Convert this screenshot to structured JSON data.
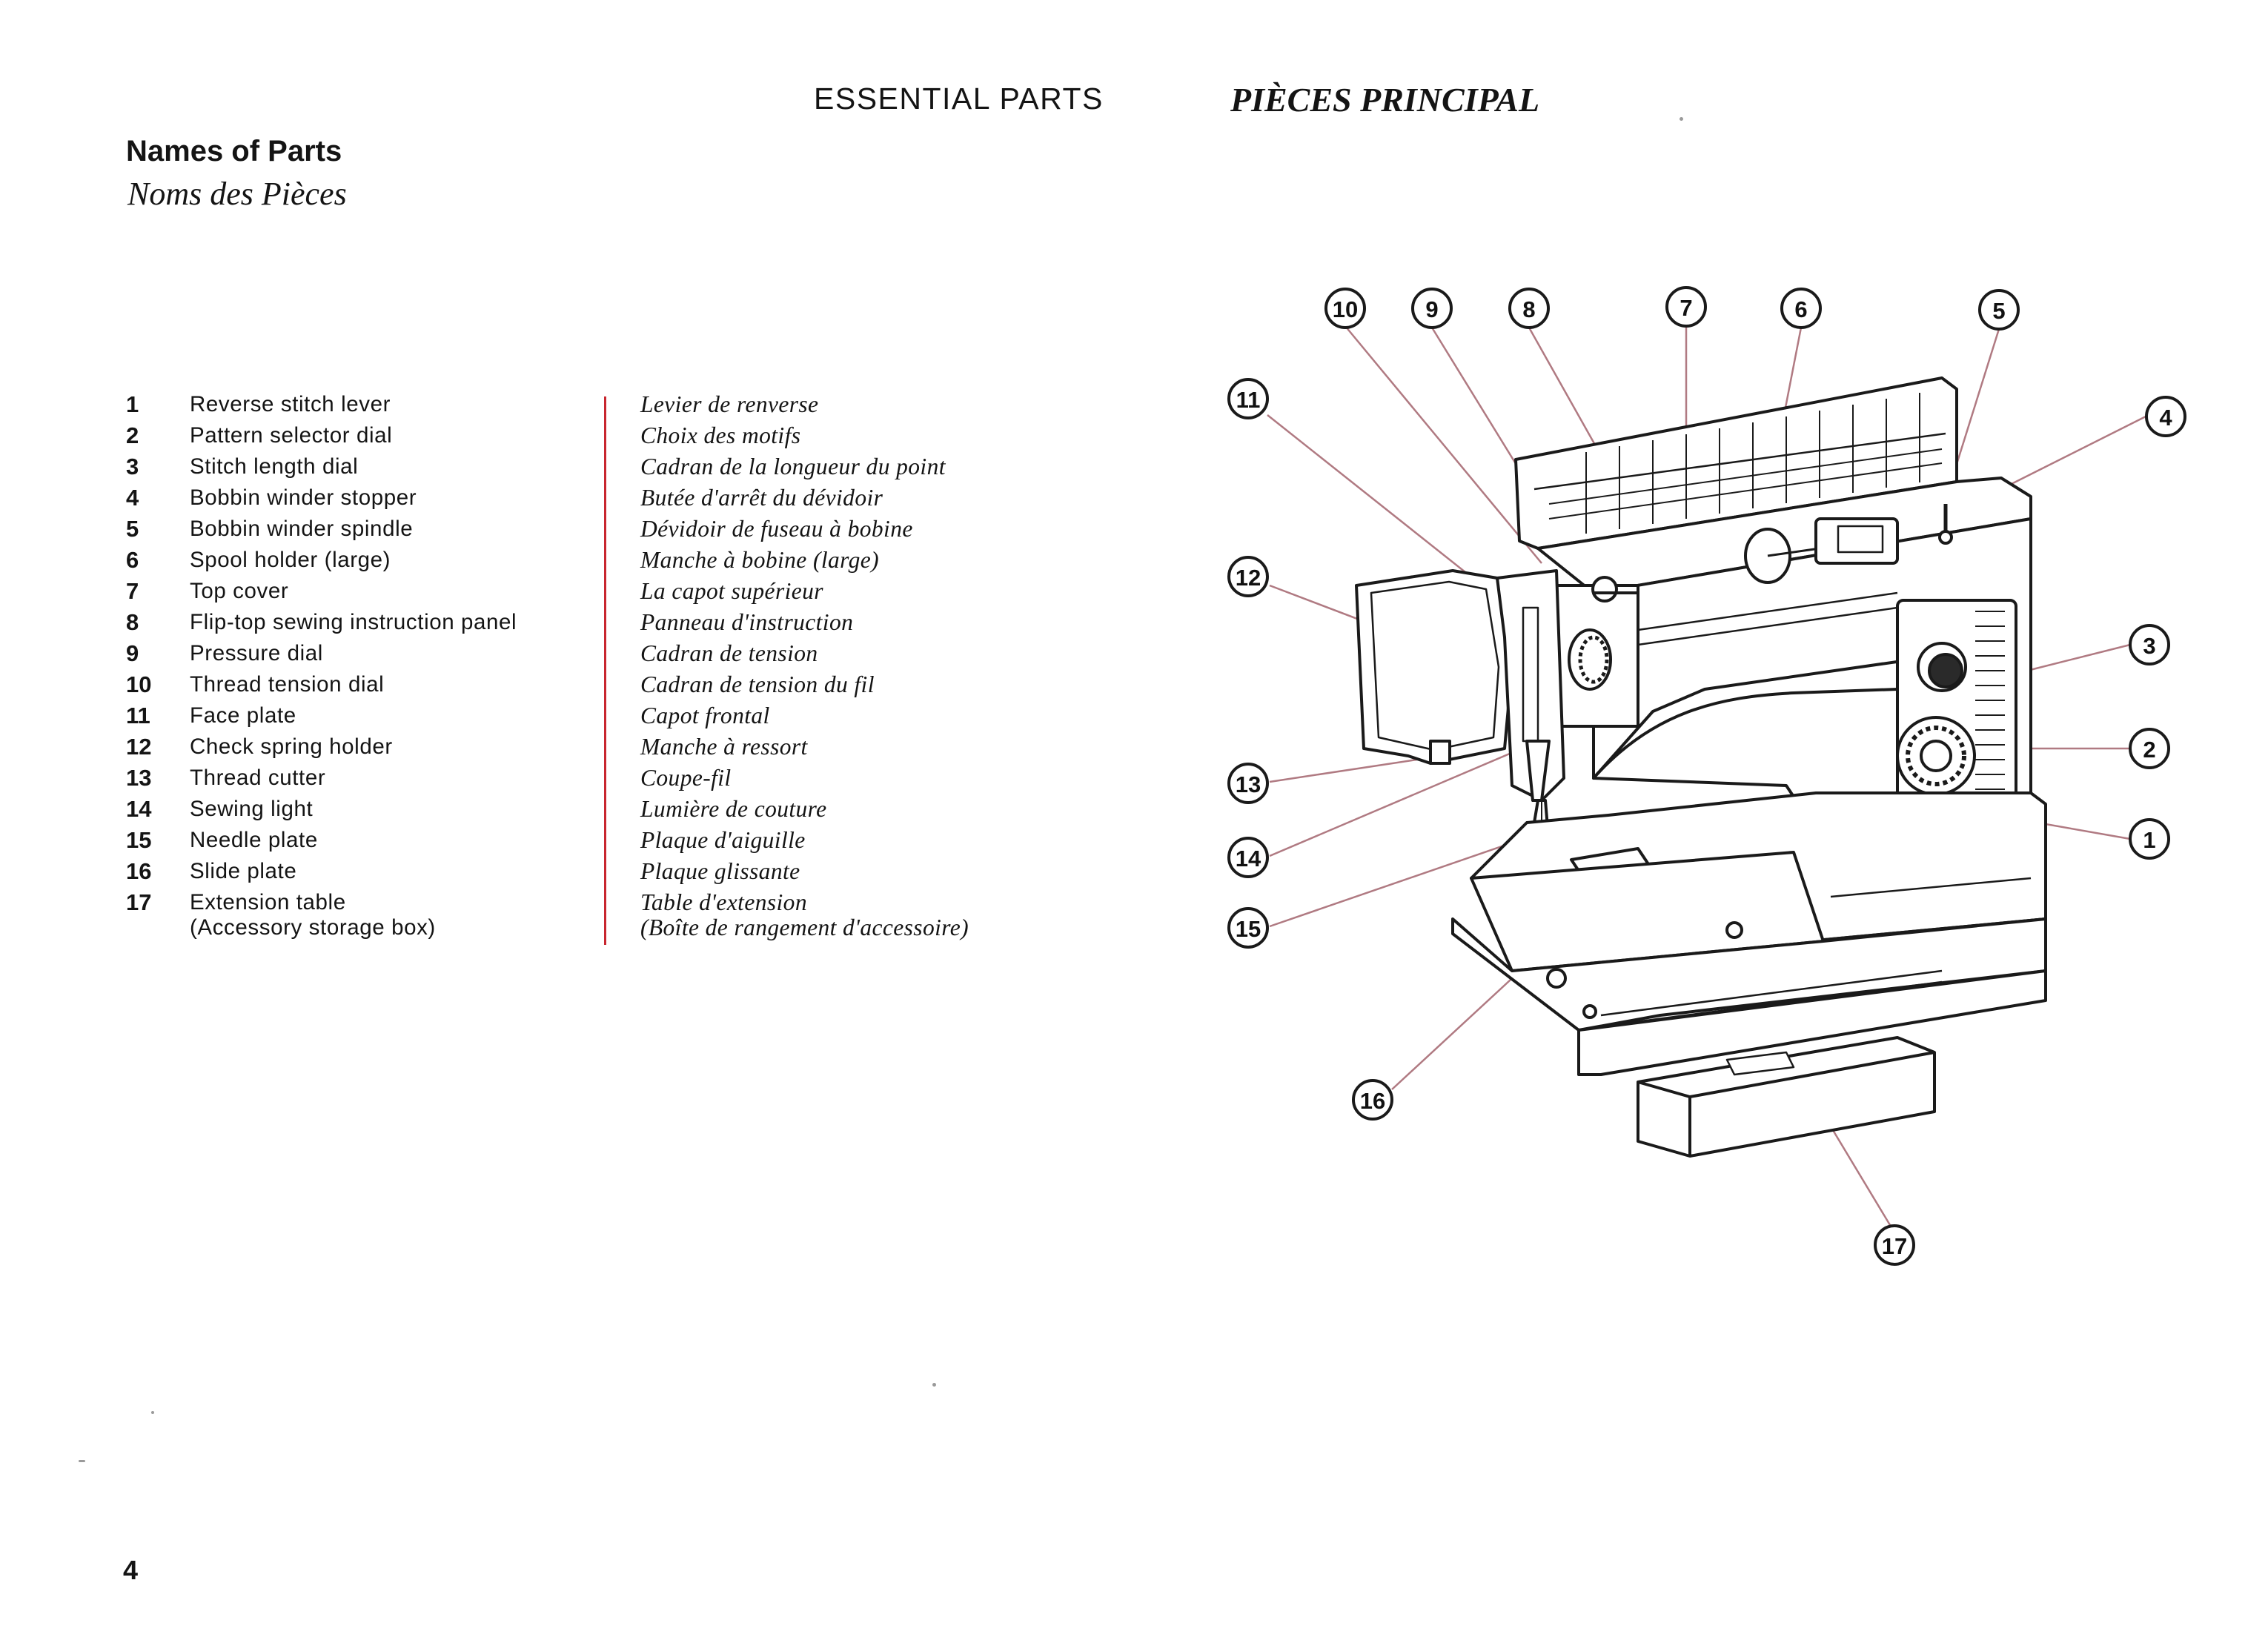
{
  "header": {
    "title_en": "ESSENTIAL PARTS",
    "title_fr": "PIÈCES PRINCIPAL"
  },
  "section": {
    "title_en": "Names of Parts",
    "title_fr": "Noms des Pièces"
  },
  "parts": [
    {
      "num": "1",
      "en": "Reverse stitch lever",
      "fr": "Levier de renverse"
    },
    {
      "num": "2",
      "en": "Pattern selector dial",
      "fr": "Choix des motifs"
    },
    {
      "num": "3",
      "en": "Stitch length dial",
      "fr": "Cadran de la longueur du point"
    },
    {
      "num": "4",
      "en": "Bobbin winder stopper",
      "fr": "Butée d'arrêt du dévidoir"
    },
    {
      "num": "5",
      "en": "Bobbin winder spindle",
      "fr": "Dévidoir de fuseau à bobine"
    },
    {
      "num": "6",
      "en": "Spool holder (large)",
      "fr": "Manche à bobine (large)"
    },
    {
      "num": "7",
      "en": "Top cover",
      "fr": "La capot supérieur"
    },
    {
      "num": "8",
      "en": "Flip-top sewing instruction panel",
      "fr": "Panneau d'instruction"
    },
    {
      "num": "9",
      "en": "Pressure dial",
      "fr": "Cadran de tension"
    },
    {
      "num": "10",
      "en": "Thread tension dial",
      "fr": "Cadran de tension du fil"
    },
    {
      "num": "11",
      "en": "Face plate",
      "fr": "Capot frontal"
    },
    {
      "num": "12",
      "en": "Check spring holder",
      "fr": "Manche à ressort"
    },
    {
      "num": "13",
      "en": "Thread cutter",
      "fr": "Coupe-fil"
    },
    {
      "num": "14",
      "en": "Sewing light",
      "fr": "Lumière de couture"
    },
    {
      "num": "15",
      "en": "Needle plate",
      "fr": "Plaque d'aiguille"
    },
    {
      "num": "16",
      "en": "Slide plate",
      "fr": "Plaque glissante"
    },
    {
      "num": "17",
      "en": "Extension table",
      "en2": "(Accessory storage box)",
      "fr": "Table d'extension",
      "fr2": "(Boîte de rangement d'accessoire)"
    }
  ],
  "callouts": [
    "1",
    "2",
    "3",
    "4",
    "5",
    "6",
    "7",
    "8",
    "9",
    "10",
    "11",
    "12",
    "13",
    "14",
    "15",
    "16",
    "17"
  ],
  "page_number": "4",
  "colors": {
    "divider": "#c8262f",
    "leader_line": "#b07a82",
    "ink": "#141414"
  }
}
